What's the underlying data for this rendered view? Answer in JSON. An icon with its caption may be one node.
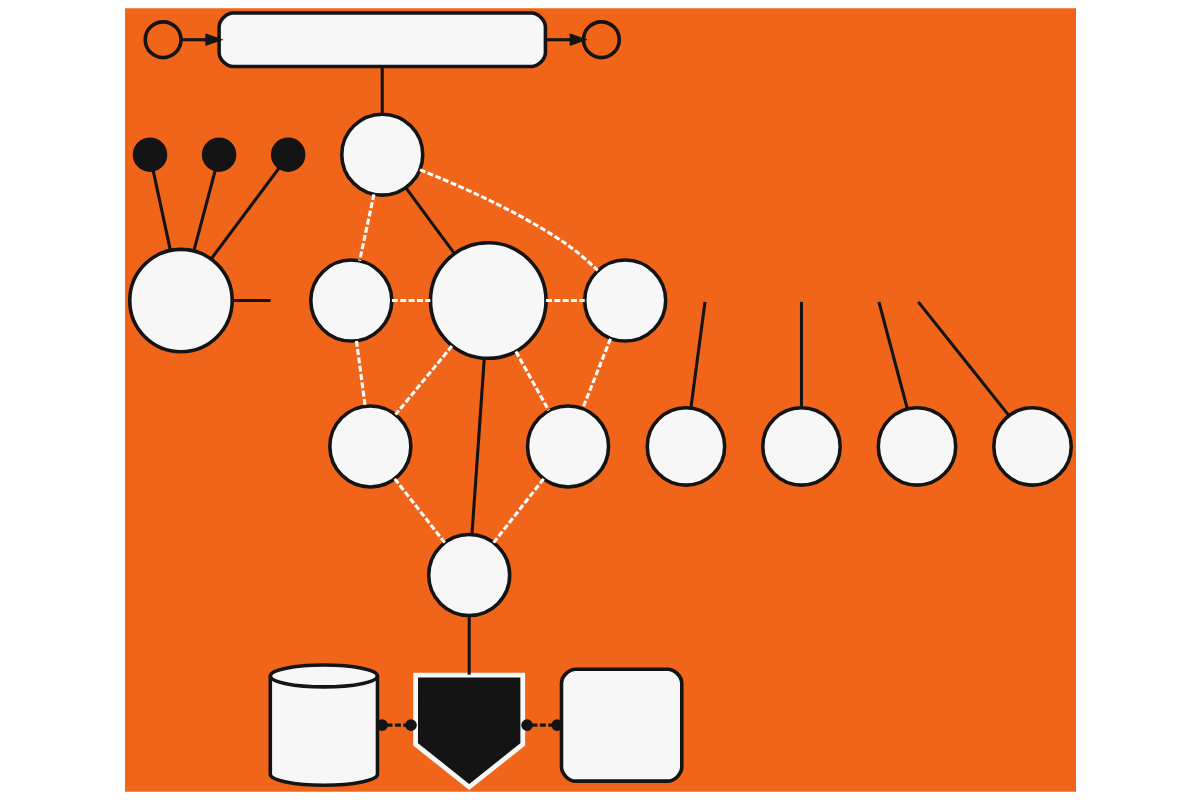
{
  "diagram": {
    "nodes": [
      {
        "text": [],
        "shape": "circle"
      },
      {
        "text": [],
        "shape": "bar"
      },
      {
        "text": [],
        "shape": "circle"
      },
      {
        "text": [],
        "shape": "circle"
      },
      {
        "text": [],
        "shape": "circle"
      },
      {
        "text": [],
        "shape": "circle"
      },
      {
        "text": [],
        "shape": "circle"
      },
      {
        "text": [],
        "shape": "circle"
      },
      {
        "text": [],
        "shape": "circle"
      },
      {
        "text": [],
        "shape": "circle"
      },
      {
        "text": [],
        "shape": "circle"
      },
      {
        "text": [],
        "shape": "circle"
      },
      {
        "text": [],
        "shape": "circle"
      },
      {
        "text": [],
        "shape": "circle"
      },
      {
        "text": [],
        "shape": "circle"
      },
      {
        "text": [],
        "shape": "circle"
      },
      {
        "text": [],
        "shape": "circle"
      },
      {
        "text": [],
        "shape": "circle"
      },
      {
        "text": [],
        "shape": "cylinder"
      },
      {
        "text": [],
        "shape": "shield"
      },
      {
        "text": [],
        "shape": "box"
      }
    ],
    "edges": [
      {
        "from": 0,
        "to": 1,
        "arrow": "to"
      },
      {
        "from": 1,
        "to": 2,
        "arrow": "to"
      },
      {
        "from": 1,
        "to": 3,
        "arrow": "none"
      },
      {
        "from": 3,
        "to": 6,
        "arrow": "none"
      },
      {
        "from": 6,
        "to": 9,
        "arrow": "none"
      },
      {
        "from": 9,
        "to": 19,
        "arrow": "none"
      },
      {
        "from": 3,
        "to": 5,
        "arrow": "none",
        "style": "dashed",
        "color": "#ffffff"
      },
      {
        "from": 5,
        "to": 8,
        "arrow": "none",
        "style": "dashed",
        "color": "#ffffff"
      },
      {
        "from": 8,
        "to": 9,
        "arrow": "none",
        "style": "dashed",
        "color": "#ffffff"
      },
      {
        "from": 9,
        "to": 7,
        "arrow": "none",
        "style": "dashed",
        "color": "#ffffff"
      },
      {
        "from": 7,
        "to": 4,
        "arrow": "none",
        "style": "dashed",
        "color": "#ffffff"
      },
      {
        "from": 4,
        "to": 3,
        "arrow": "none",
        "style": "dashed",
        "color": "#ffffff"
      },
      {
        "from": 6,
        "to": 4,
        "arrow": "none",
        "style": "dashed",
        "color": "#ffffff"
      },
      {
        "from": 6,
        "to": 5,
        "arrow": "none",
        "style": "dashed",
        "color": "#ffffff"
      },
      {
        "from": 6,
        "to": 7,
        "arrow": "none",
        "style": "dashed",
        "color": "#ffffff"
      },
      {
        "from": 6,
        "to": 8,
        "arrow": "none",
        "style": "dashed",
        "color": "#ffffff"
      },
      {
        "from": 11,
        "to": 10,
        "arrow": "none"
      },
      {
        "from": 12,
        "to": 10,
        "arrow": "none"
      },
      {
        "from": 13,
        "to": 10,
        "arrow": "none"
      },
      {
        "from": 10,
        "to": null,
        "arrow": "none"
      },
      {
        "from": null,
        "to": 14,
        "arrow": "none"
      },
      {
        "from": null,
        "to": 15,
        "arrow": "none"
      },
      {
        "from": null,
        "to": 16,
        "arrow": "none"
      },
      {
        "from": null,
        "to": 17,
        "arrow": "none"
      },
      {
        "from": 18,
        "to": 19,
        "arrow": "other",
        "style": "dashed"
      },
      {
        "from": 19,
        "to": 20,
        "arrow": "other",
        "style": "dashed"
      }
    ]
  }
}
